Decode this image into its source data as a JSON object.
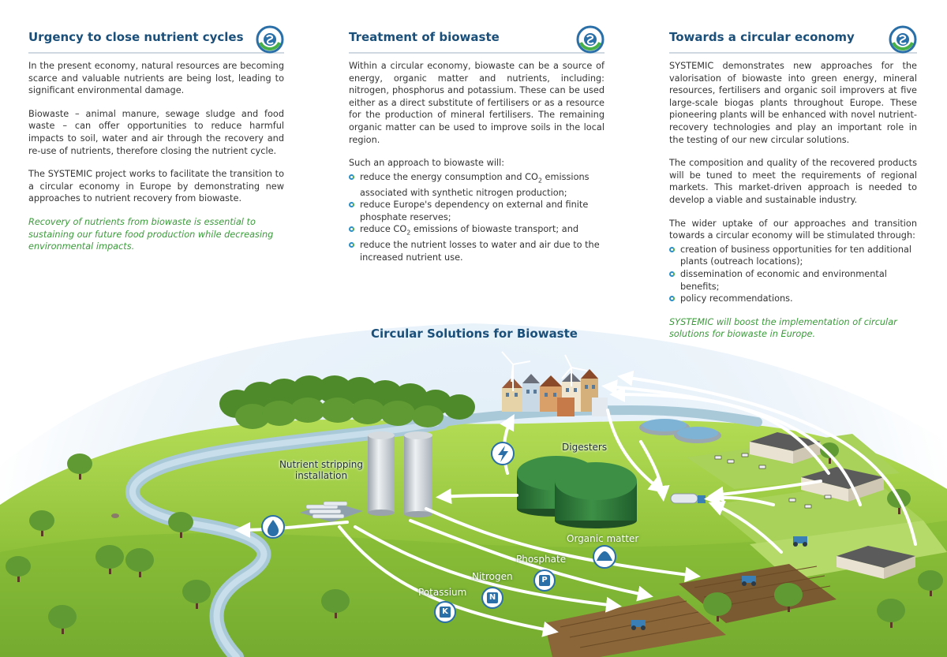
{
  "columns": [
    {
      "title": "Urgency to close nutrient cycles",
      "paragraphs": [
        "In the present economy, natural resources are becoming scarce and valuable nutrients are being lost, leading to significant environmental damage.",
        "Biowaste – animal manure, sewage sludge and food waste – can offer opportunities to reduce harmful impacts to soil, water and air through the recovery and re-use of nutrients, therefore closing the nutrient cycle.",
        "The SYSTEMIC project works to facilitate the transition to a circular economy in Europe by demonstrating new approaches to nutrient recovery from biowaste."
      ],
      "highlight": "Recovery of nutrients from biowaste is essential to sustaining our future food production while decreasing environmental impacts."
    },
    {
      "title": "Treatment of biowaste",
      "paragraphs": [
        "Within a circular economy, biowaste can be a source of energy, organic matter and nutrients, including: nitrogen, phosphorus and potassium. These can be used either as a direct substitute of fertilisers or as a resource for the production of mineral fertilisers. The remaining organic matter can be used to improve soils in the local region."
      ],
      "intro": "Such an approach to biowaste will:",
      "bullets": [
        {
          "pre": "reduce the energy consumption and CO",
          "sub": "2",
          "post": " emissions associated with synthetic nitrogen production;"
        },
        {
          "pre": "reduce Europe's dependency on external and finite phosphate reserves;",
          "sub": "",
          "post": ""
        },
        {
          "pre": "reduce CO",
          "sub": "2",
          "post": " emissions of biowaste transport; and"
        },
        {
          "pre": "reduce the nutrient losses to water and air due to the increased nutrient use.",
          "sub": "",
          "post": ""
        }
      ]
    },
    {
      "title": "Towards a circular economy",
      "paragraphs": [
        "SYSTEMIC demonstrates new approaches for the valorisation of biowaste into green energy, mineral resources, fertilisers and organic soil improvers at five large-scale biogas plants throughout Europe. These pioneering plants will be enhanced with novel nutrient-recovery technologies and play an important role in the testing of our new circular solutions.",
        "The composition and quality of the recovered products will be tuned to meet the requirements of regional markets. This market-driven approach is needed to develop a viable and sustainable industry.",
        "The wider uptake of our approaches and transition towards a circular economy will be stimulated through:"
      ],
      "bullets": [
        "creation of business opportunities for ten additional plants (outreach locations);",
        "dissemination of economic and environmental benefits;",
        "policy recommendations."
      ],
      "highlight": "SYSTEMIC will boost the implementation of circular solutions for biowaste in Europe."
    }
  ],
  "diagram": {
    "title": "Circular Solutions for Biowaste",
    "labels": {
      "digesters": "Digesters",
      "stripping": [
        "Nutrient stripping",
        "installation"
      ],
      "organic": "Organic matter",
      "phosphate": "Phosphate",
      "nitrogen": "Nitrogen",
      "potassium": "Potassium"
    },
    "badges": {
      "potassium": "K",
      "nitrogen": "N",
      "phosphate": "P"
    },
    "icons": {
      "energy": "lightning-icon",
      "water": "water-drop-icon",
      "organic": "pile-icon"
    }
  },
  "colors": {
    "heading": "#1a4f7a",
    "highlight": "#3a9a3a",
    "grass": "#8cc63f",
    "river": "#a9c9d9",
    "digester": "#2f7a3a",
    "sky": "#e2eef7"
  }
}
